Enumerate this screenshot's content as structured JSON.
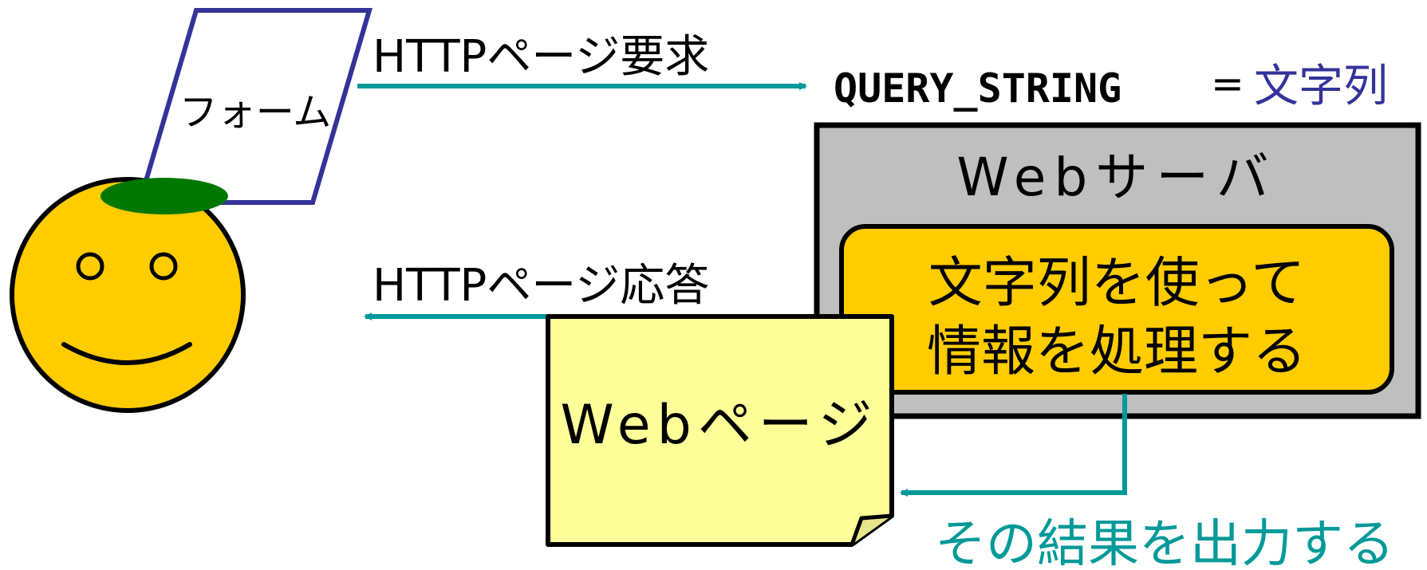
{
  "form": {
    "label": "フォーム"
  },
  "request": {
    "label": "HTTPページ要求"
  },
  "query": {
    "variable": "QUERY_STRING",
    "equals": "=",
    "value": "文字列"
  },
  "server": {
    "title": "Webサーバ",
    "process_line1": "文字列を使って",
    "process_line2": "情報を処理する"
  },
  "response": {
    "label": "HTTPページ応答"
  },
  "webpage": {
    "label": "Webページ"
  },
  "output": {
    "label": "その結果を出力する"
  },
  "colors": {
    "teal": "#009999",
    "navy": "#333399",
    "face": "#FFCC00",
    "hat": "#007700",
    "server_bg": "#BFBFBF",
    "process_bg": "#FFCC00",
    "page_bg": "#FFFF99"
  }
}
